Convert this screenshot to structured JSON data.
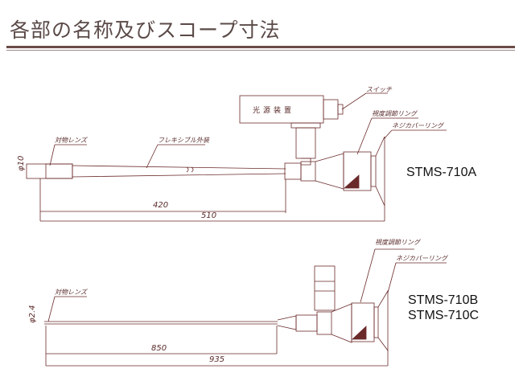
{
  "title": "各部の名称及びスコープ寸法",
  "scope_a": {
    "model": "STMS-710A",
    "labels": {
      "objective_lens": "対物レンズ",
      "flexible_sheath": "フレキシブル外装",
      "light_source": "光源装置",
      "switch": "スイッチ",
      "diopter_ring": "視度調節リング",
      "screw_cover_ring": "ネジカバーリング"
    },
    "diameter": "φ10",
    "dims": [
      "420",
      "510"
    ]
  },
  "scope_bc": {
    "models": [
      "STMS-710B",
      "STMS-710C"
    ],
    "labels": {
      "objective_lens": "対物レンズ",
      "diopter_ring": "視度調節リング",
      "screw_cover_ring": "ネジカバーリング"
    },
    "diameter": "φ2.4",
    "dims": [
      "850",
      "935"
    ]
  },
  "colors": {
    "line": "#6b2a2a",
    "title": "#5a4a48"
  }
}
